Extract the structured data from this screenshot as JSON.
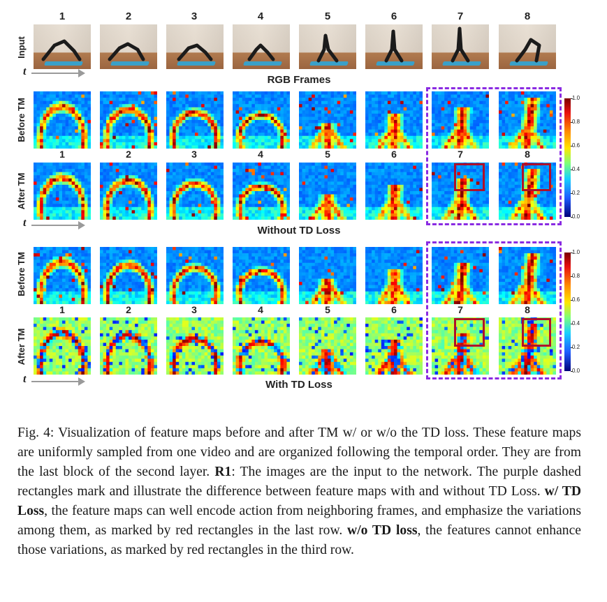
{
  "figure": {
    "column_numbers": [
      "1",
      "2",
      "3",
      "4",
      "5",
      "6",
      "7",
      "8"
    ],
    "row_labels": {
      "input": "Input",
      "before_tm": "Before TM",
      "after_tm": "After TM"
    },
    "time_label": "t",
    "section_labels": {
      "rgb": "RGB Frames",
      "without": "Without TD Loss",
      "with": "With TD Loss"
    },
    "colorbar_ticks": [
      "1.0",
      "0.8",
      "0.6",
      "0.4",
      "0.2",
      "0.0"
    ],
    "colors": {
      "purple_dashed": "#8a2be2",
      "red_rect": "#b0102a",
      "heat_low": "#1a3cff",
      "heat_high": "#e81010"
    }
  },
  "caption": {
    "prefix": "Fig. 4:",
    "text1": " Visualization of feature maps before and after TM w/ or w/o the TD loss. These feature maps are uniformly sampled from one video and are organized following the temporal order. They are from the last block of the second layer. ",
    "r1": "R1",
    "text2": ": The images are the input to the network. The purple dashed rectangles mark and illustrate the difference between feature maps with and without TD Loss. ",
    "w_td": "w/ TD Loss",
    "text3": ", the feature maps can well encode action from neighboring frames, and emphasize the variations among them, as marked by red rectangles in the last row. ",
    "wo_td": "w/o TD loss",
    "text4": ", the features cannot enhance those variations, as marked by red rectangles in the third row."
  }
}
